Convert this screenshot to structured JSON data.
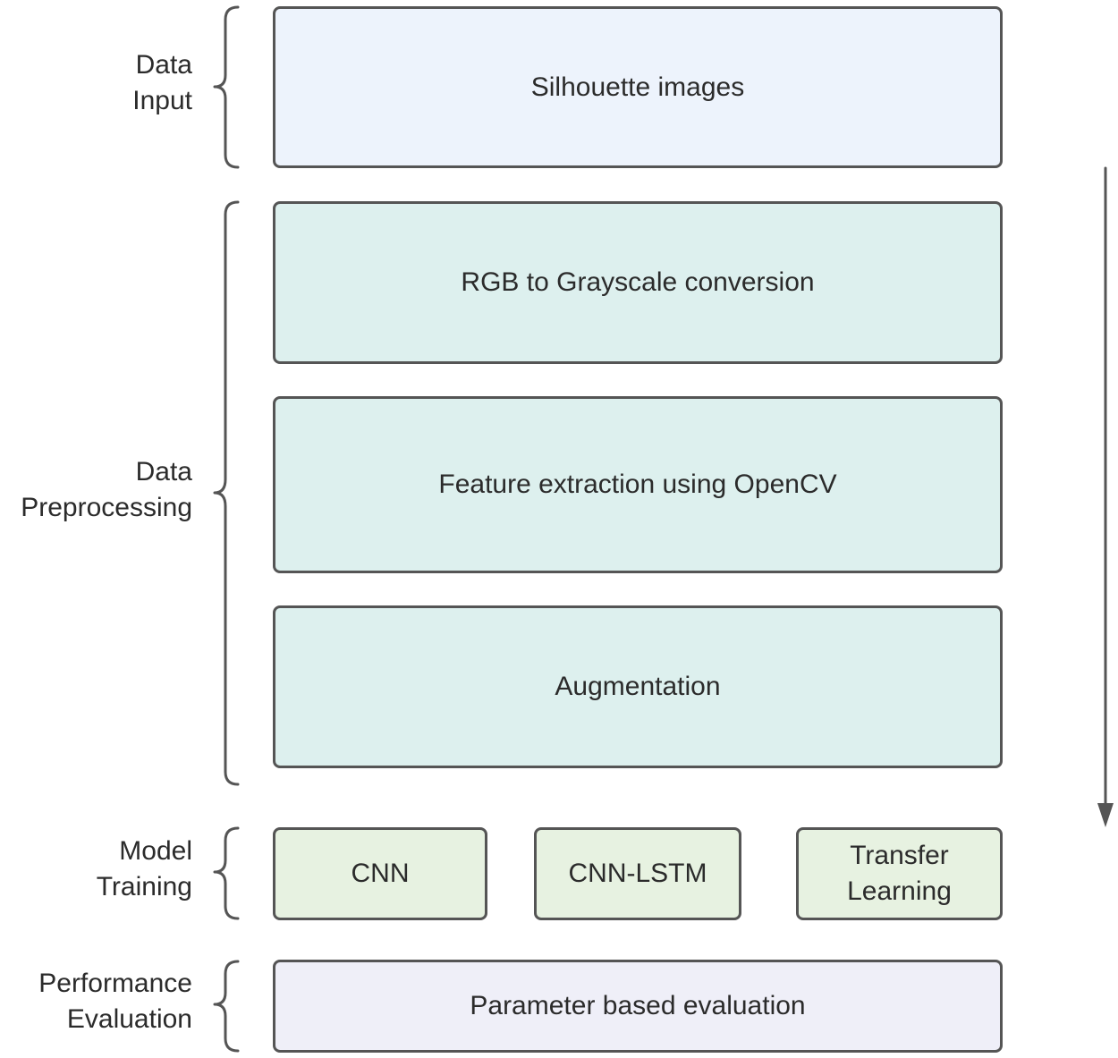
{
  "stages": {
    "input": {
      "line1": "Data",
      "line2": "Input"
    },
    "preprocessing": {
      "line1": "Data",
      "line2": "Preprocessing"
    },
    "training": {
      "line1": "Model",
      "line2": "Training"
    },
    "evaluation": {
      "line1": "Performance",
      "line2": "Evaluation"
    }
  },
  "boxes": {
    "silhouette": "Silhouette images",
    "grayscale": "RGB to Grayscale conversion",
    "feature": "Feature extraction using OpenCV",
    "augmentation": "Augmentation",
    "cnn": "CNN",
    "cnn_lstm": "CNN-LSTM",
    "transfer_line1": "Transfer",
    "transfer_line2": "Learning",
    "evaluation": "Parameter based evaluation"
  },
  "colors": {
    "input_fill": "#edf3fc",
    "preprocessing_fill": "#ddf0ee",
    "training_fill": "#e7f2e1",
    "evaluation_fill": "#efeff8",
    "border": "#555555",
    "text": "#2b2b2b"
  }
}
